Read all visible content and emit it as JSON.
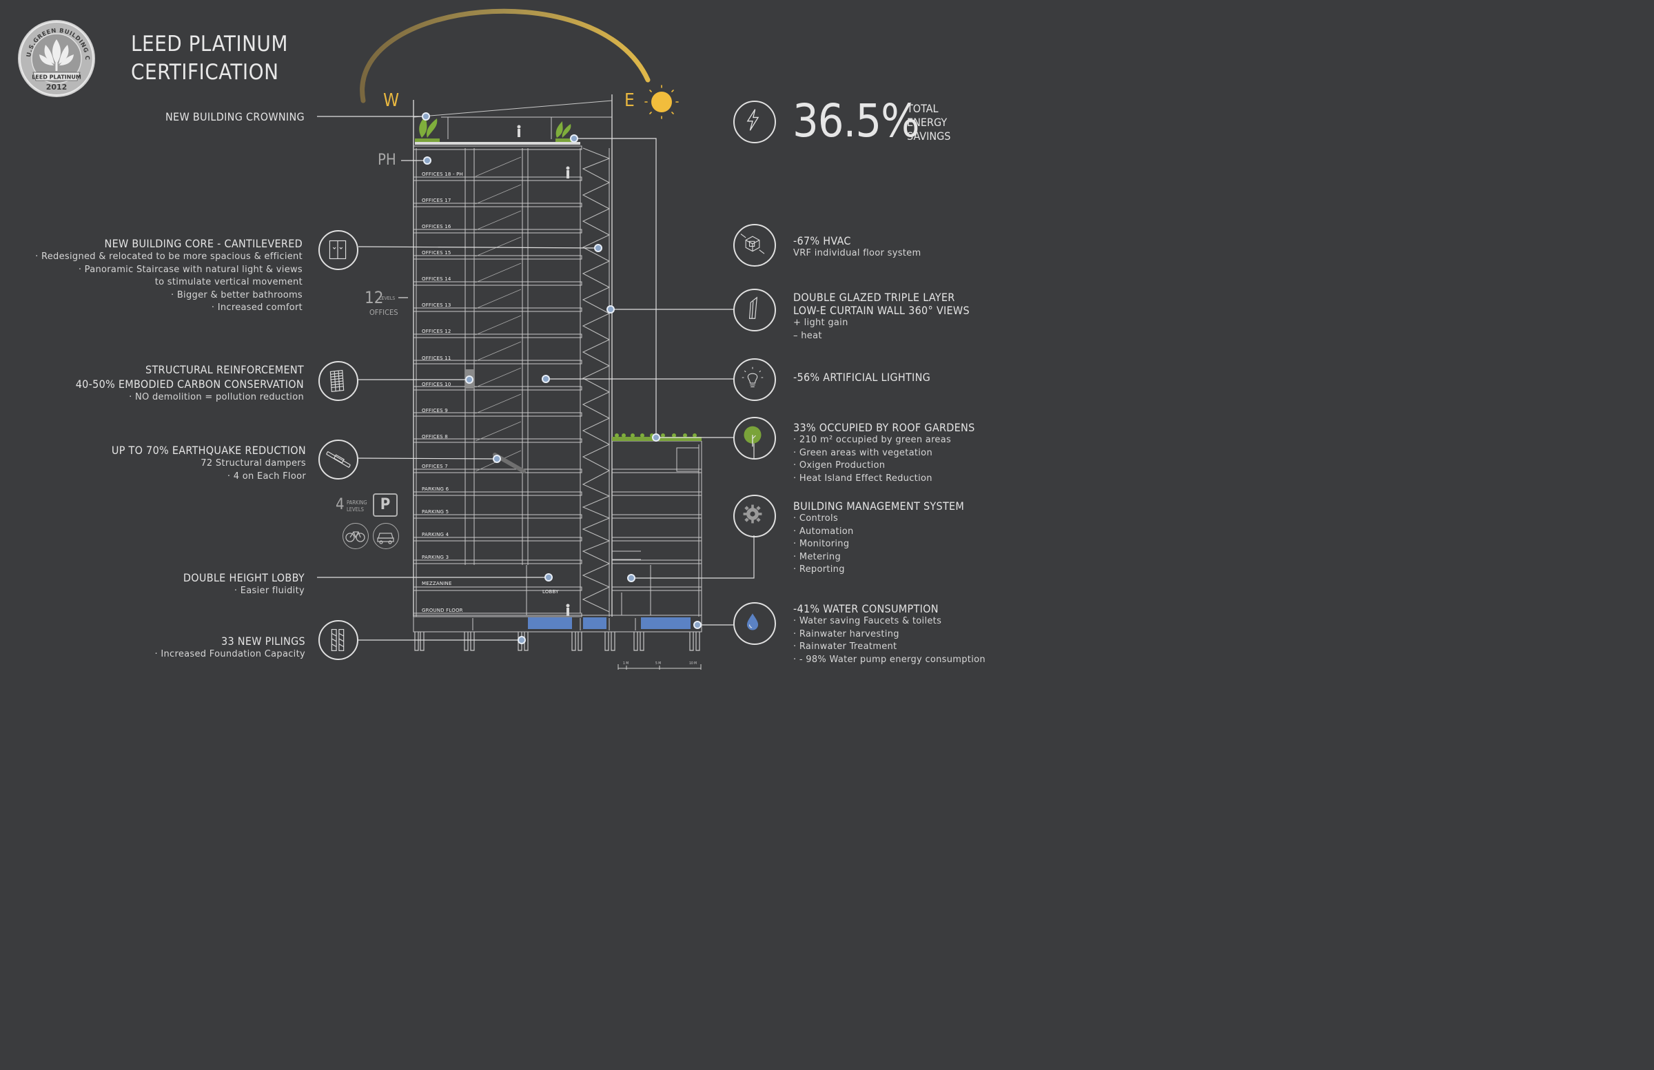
{
  "badge": {
    "text_top": "U.S.GREEN BUILDING COUNCIL",
    "ribbon": "LEED PLATINUM",
    "year": "2012"
  },
  "title": [
    "LEED PLATINUM",
    "CERTIFICATION"
  ],
  "compass": {
    "west": "W",
    "east": "E"
  },
  "left_callouts": [
    {
      "heading": "NEW BUILDING CROWNING",
      "lines": []
    },
    {
      "heading": "NEW BUILDING CORE - CANTILEVERED",
      "lines": [
        "· Redesigned & relocated to be more spacious & efficient",
        "· Panoramic Staircase with natural light & views",
        "to stimulate vertical movement",
        "· Bigger & better bathrooms",
        "· Increased comfort"
      ]
    },
    {
      "heading": "STRUCTURAL REINFORCEMENT",
      "heading2": "40-50% EMBODIED CARBON CONSERVATION",
      "lines": [
        "· NO demolition = pollution reduction"
      ]
    },
    {
      "heading": "UP TO 70% EARTHQUAKE REDUCTION",
      "lines": [
        "72 Structural dampers",
        "· 4 on Each Floor"
      ]
    },
    {
      "heading": "DOUBLE HEIGHT LOBBY",
      "lines": [
        "· Easier fluidity"
      ]
    },
    {
      "heading": "33 NEW PILINGS",
      "lines": [
        "· Increased Foundation Capacity"
      ]
    }
  ],
  "building_labels": {
    "ph": "PH",
    "offices_count": "12",
    "offices_levels": "LEVELS",
    "offices_word": "OFFICES",
    "parking_count": "4",
    "parking_word": "PARKING",
    "parking_levels": "LEVELS",
    "parking_sign": "P",
    "lobby": "LOBBY",
    "floors": [
      "OFFICES 18 - PH",
      "OFFICES 17",
      "OFFICES 16",
      "OFFICES 15",
      "OFFICES 14",
      "OFFICES 13",
      "OFFICES 12",
      "OFFICES 11",
      "OFFICES 10",
      "OFFICES 9",
      "OFFICES 8",
      "OFFICES 7",
      "PARKING 6",
      "PARKING 5",
      "PARKING 4",
      "PARKING 3",
      "MEZZANINE",
      "GROUND FLOOR"
    ],
    "scale": [
      "1 M",
      "5 M",
      "10 M"
    ]
  },
  "stat": {
    "value": "36.5%",
    "lines": [
      "TOTAL",
      "ENERGY",
      "SAVINGS"
    ]
  },
  "right_callouts": [
    {
      "heading": "-67% HVAC",
      "lines": [
        "VRF individual floor system"
      ]
    },
    {
      "heading": "DOUBLE GLAZED TRIPLE LAYER",
      "heading2": "LOW-E CURTAIN WALL 360° VIEWS",
      "lines": [
        "+ light gain",
        "– heat"
      ]
    },
    {
      "heading": "-56% ARTIFICIAL LIGHTING",
      "lines": []
    },
    {
      "heading": "33% OCCUPIED BY ROOF GARDENS",
      "lines": [
        "·  210 m² occupied by green areas",
        "·  Green areas with vegetation",
        "·  Oxigen Production",
        "·  Heat Island Effect Reduction"
      ]
    },
    {
      "heading": "BUILDING MANAGEMENT SYSTEM",
      "lines": [
        "·  Controls",
        "·  Automation",
        "·  Monitoring",
        "·  Metering",
        "·  Reporting"
      ]
    },
    {
      "heading": "-41% WATER CONSUMPTION",
      "lines": [
        "·  Water saving Faucets & toilets",
        "·  Rainwater harvesting",
        "·  Rainwater Treatment",
        "·  - 98% Water pump energy consumption"
      ]
    }
  ],
  "colors": {
    "background": "#3b3c3e",
    "accent_gold": "#e9b840",
    "marker_blue": "#8ca6c8",
    "green": "#7aa33a",
    "water_blue": "#5b82c4"
  }
}
